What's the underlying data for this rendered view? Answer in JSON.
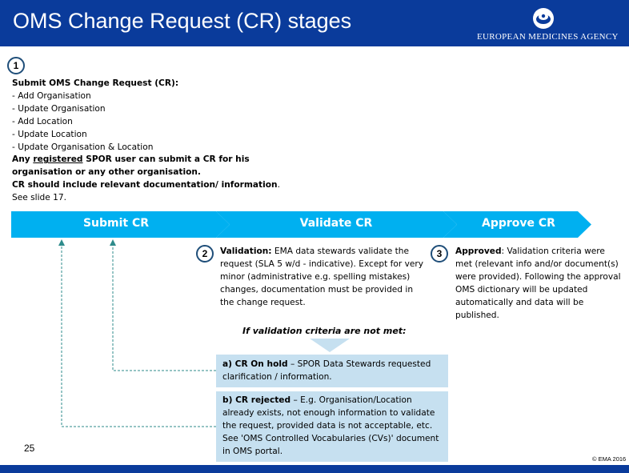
{
  "header": {
    "title": "OMS Change Request (CR) stages",
    "agency": "EUROPEAN MEDICINES AGENCY"
  },
  "colors": {
    "header_blue": "#0a3b9b",
    "chevron_blue": "#00b0f0",
    "box_blue": "#c6e0f0",
    "dashed_arrow": "#2e8b8b"
  },
  "step1": {
    "number": "1",
    "title": "Submit OMS Change Request (CR):",
    "items": [
      "- Add Organisation",
      "- Update Organisation",
      "- Add Location",
      "- Update Location",
      "- Update Organisation & Location"
    ],
    "line1_pre": "Any ",
    "line1_underlined": "registered",
    "line1_post": " SPOR user can submit a CR for his",
    "line2": "organisation or any other organisation.",
    "line3_bold": "CR should include relevant documentation/ information",
    "line3_end": ".",
    "see": "See slide 17."
  },
  "flow": {
    "stages": [
      "Submit CR",
      "Validate CR",
      "Approve CR"
    ]
  },
  "step2": {
    "number": "2",
    "label": "Validation:",
    "text": " EMA data stewards validate the request (SLA 5 w/d - indicative). Except for very minor (administrative e.g. spelling mistakes) changes, documentation must be provided in the change request."
  },
  "step3": {
    "number": "3",
    "label": "Approved",
    "text": ": Validation criteria were met (relevant info and/or document(s) were provided). Following the approval OMS dictionary will be updated automatically and data will be published."
  },
  "not_met": "If validation criteria are not met:",
  "outcomes": {
    "on_hold": {
      "label": "a) CR On hold",
      "text": " – SPOR Data Stewards requested clarification / information."
    },
    "rejected": {
      "label": "b) CR rejected",
      "text": " – E.g. Organisation/Location already exists, not enough information to validate the request, provided data is not acceptable, etc. See 'OMS Controlled Vocabularies (CVs)' document in OMS portal."
    }
  },
  "footer": {
    "slide_number": "25",
    "copyright": "© EMA 2016"
  }
}
